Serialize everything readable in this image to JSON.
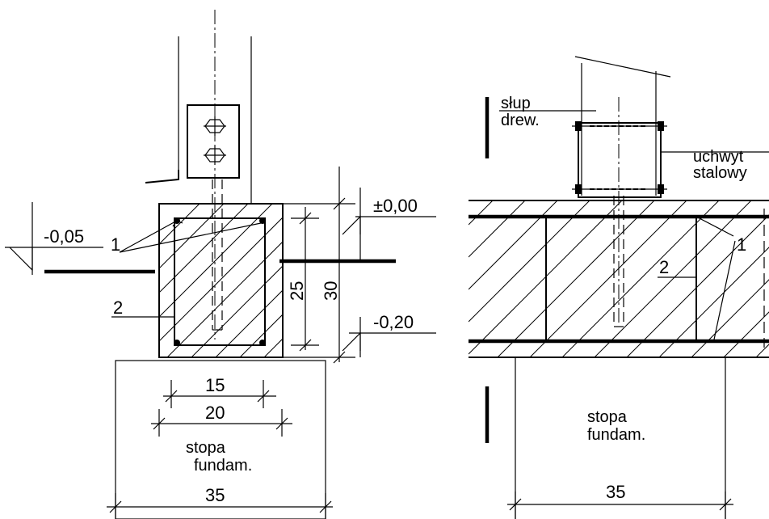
{
  "left_section": {
    "level_minus_005": "-0,05",
    "level_zero": "±0,00",
    "level_minus_020": "-0,20",
    "label_1": "1",
    "label_2": "2",
    "dim_25": "25",
    "dim_30": "30",
    "dim_15": "15",
    "dim_20": "20",
    "dim_35": "35",
    "footing_line1": "stopa",
    "footing_line2": "fundam."
  },
  "right_section": {
    "post_line1": "słup",
    "post_line2": "drew.",
    "bracket_line1": "uchwyt",
    "bracket_line2": "stalowy",
    "label_1": "1",
    "label_2": "2",
    "footing_line1": "stopa",
    "footing_line2": "fundam.",
    "dim_35": "35"
  }
}
